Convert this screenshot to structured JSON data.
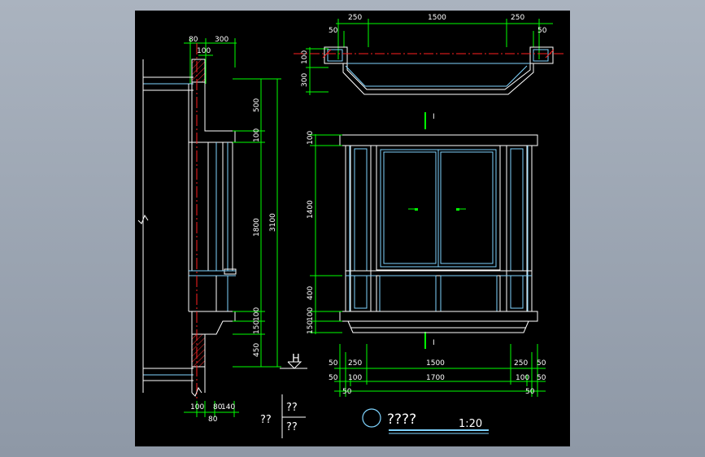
{
  "drawing": {
    "background_color": "#000000",
    "colors": {
      "dimension": "#00ff00",
      "outline": "#ffffff",
      "frame": "#7fd4ff",
      "centerline": "#ff2020",
      "hatch": "#ff3030",
      "text": "#ffffff"
    },
    "plan_dims": {
      "top": [
        "250",
        "1500",
        "250"
      ],
      "left_small": "50",
      "right_small": "50",
      "vertical": [
        "100",
        "300"
      ]
    },
    "section_dims": {
      "top": [
        "80",
        "300",
        "100"
      ],
      "vertical": [
        "500",
        "100",
        "1800",
        "100",
        "150",
        "450"
      ],
      "total": "3100",
      "bottom": [
        "100",
        "80",
        "140",
        "80"
      ],
      "level_mark": "H"
    },
    "elevation_dims": {
      "vertical": [
        "100",
        "1400",
        "400",
        "100",
        "150"
      ],
      "bottom_row1": [
        "50",
        "250",
        "1500",
        "250",
        "50"
      ],
      "bottom_row2": [
        "50",
        "100",
        "1700",
        "100",
        "50"
      ],
      "bottom_row3": [
        "50",
        "50"
      ],
      "section_mark": "I"
    },
    "title_block": {
      "title": "????",
      "scale": "1:20",
      "legend_left": "??",
      "legend_top": "??",
      "legend_bottom": "??"
    }
  }
}
